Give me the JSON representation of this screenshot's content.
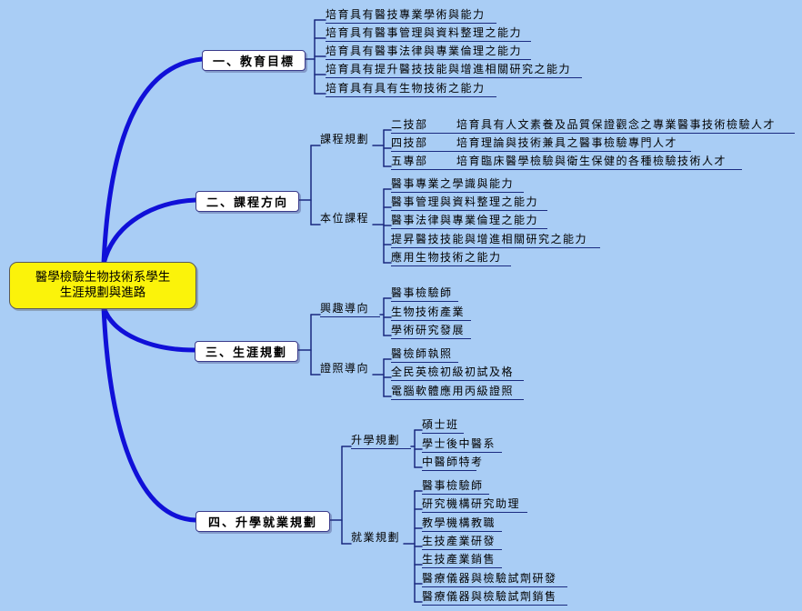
{
  "root": {
    "line1": "醫學檢驗生物技術系學生",
    "line2": "生涯規劃與進路"
  },
  "branches": [
    {
      "title": "一、教育目標",
      "items": [
        "培育具有醫技專業學術與能力",
        "培育具有醫事管理與資料整理之能力",
        "培育具有醫事法律與專業倫理之能力",
        "培育具有提升醫技技能與增進相關研究之能力",
        "培育具有具有生物技術之能力"
      ]
    },
    {
      "title": "二、課程方向",
      "groups": [
        {
          "label": "課程規劃",
          "items": [
            {
              "name": "二技部",
              "desc": "培育具有人文素養及品質保證觀念之專業醫事技術檢驗人才"
            },
            {
              "name": "四技部",
              "desc": "培育理論與技術兼具之醫事檢驗專門人才"
            },
            {
              "name": "五專部",
              "desc": "培育臨床醫學檢驗與衛生保健的各種檢驗技術人才"
            }
          ]
        },
        {
          "label": "本位課程",
          "items": [
            "醫事專業之學識與能力",
            "醫事管理與資料整理之能力",
            "醫事法律與專業倫理之能力",
            "提昇醫技技能與增進相關研究之能力",
            "應用生物技術之能力"
          ]
        }
      ]
    },
    {
      "title": "三、生涯規劃",
      "groups": [
        {
          "label": "興趣導向",
          "items": [
            "醫事檢驗師",
            "生物技術產業",
            "學術研究發展"
          ]
        },
        {
          "label": "證照導向",
          "items": [
            "醫檢師執照",
            "全民英檢初級初試及格",
            "電腦軟體應用丙級證照"
          ]
        }
      ]
    },
    {
      "title": "四、升學就業規劃",
      "groups": [
        {
          "label": "升學規劃",
          "items": [
            "碩士班",
            "學士後中醫系",
            "中醫師特考"
          ]
        },
        {
          "label": "就業規劃",
          "items": [
            "醫事檢驗師",
            "研究機構研究助理",
            "教學機構教職",
            "生技產業研發",
            "生技產業銷售",
            "醫療儀器與檢驗試劑研發",
            "醫療儀器與檢驗試劑銷售"
          ]
        }
      ]
    }
  ],
  "colors": {
    "background": "#a9cdf5",
    "root_fill": "#fbf30a",
    "trunk": "#1010d8",
    "line": "#1a2a80"
  }
}
